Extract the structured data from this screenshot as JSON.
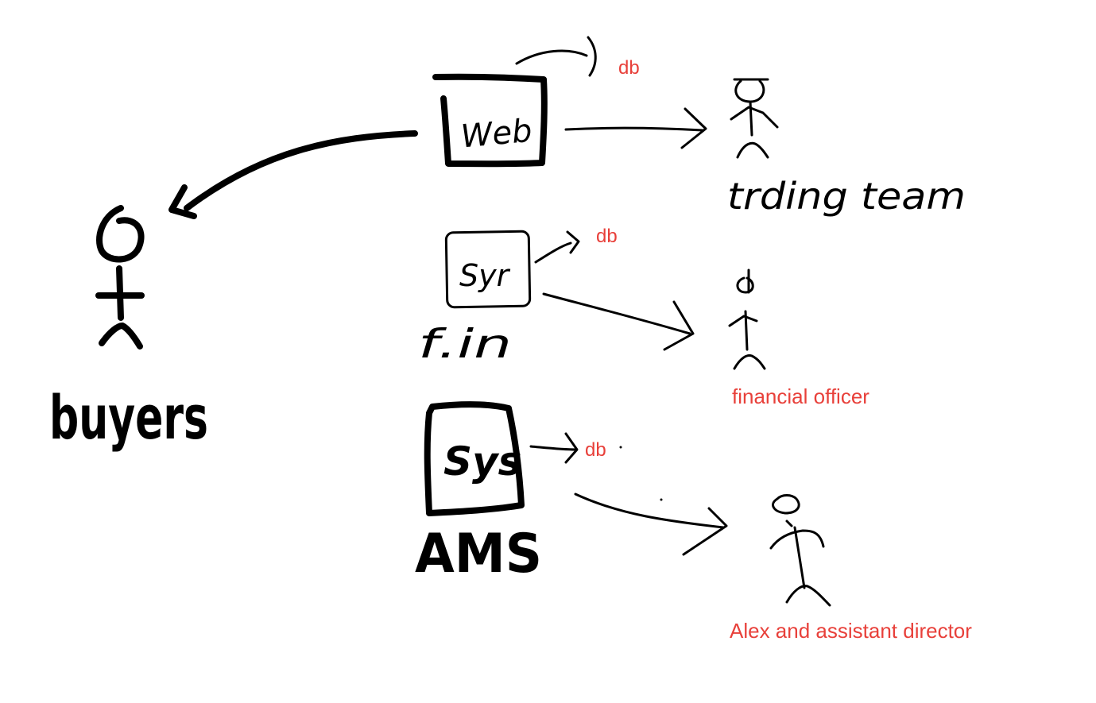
{
  "colors": {
    "ink": "#000000",
    "annotation": "#e8403a",
    "background": "#ffffff"
  },
  "nodes": {
    "web": {
      "label": "Web"
    },
    "fin_sys": {
      "label": "Syr",
      "caption": "f.in"
    },
    "ams_sys": {
      "label": "Sys",
      "caption": "AMS"
    }
  },
  "actors": {
    "buyers": {
      "label": "buyers"
    },
    "trading_team": {
      "label": "trding team"
    },
    "financial_officer": {
      "label": "financial officer"
    },
    "alex": {
      "label": "Alex and assistant director"
    }
  },
  "db_labels": {
    "web_db": "db",
    "fin_db": "db",
    "ams_db": "db"
  }
}
